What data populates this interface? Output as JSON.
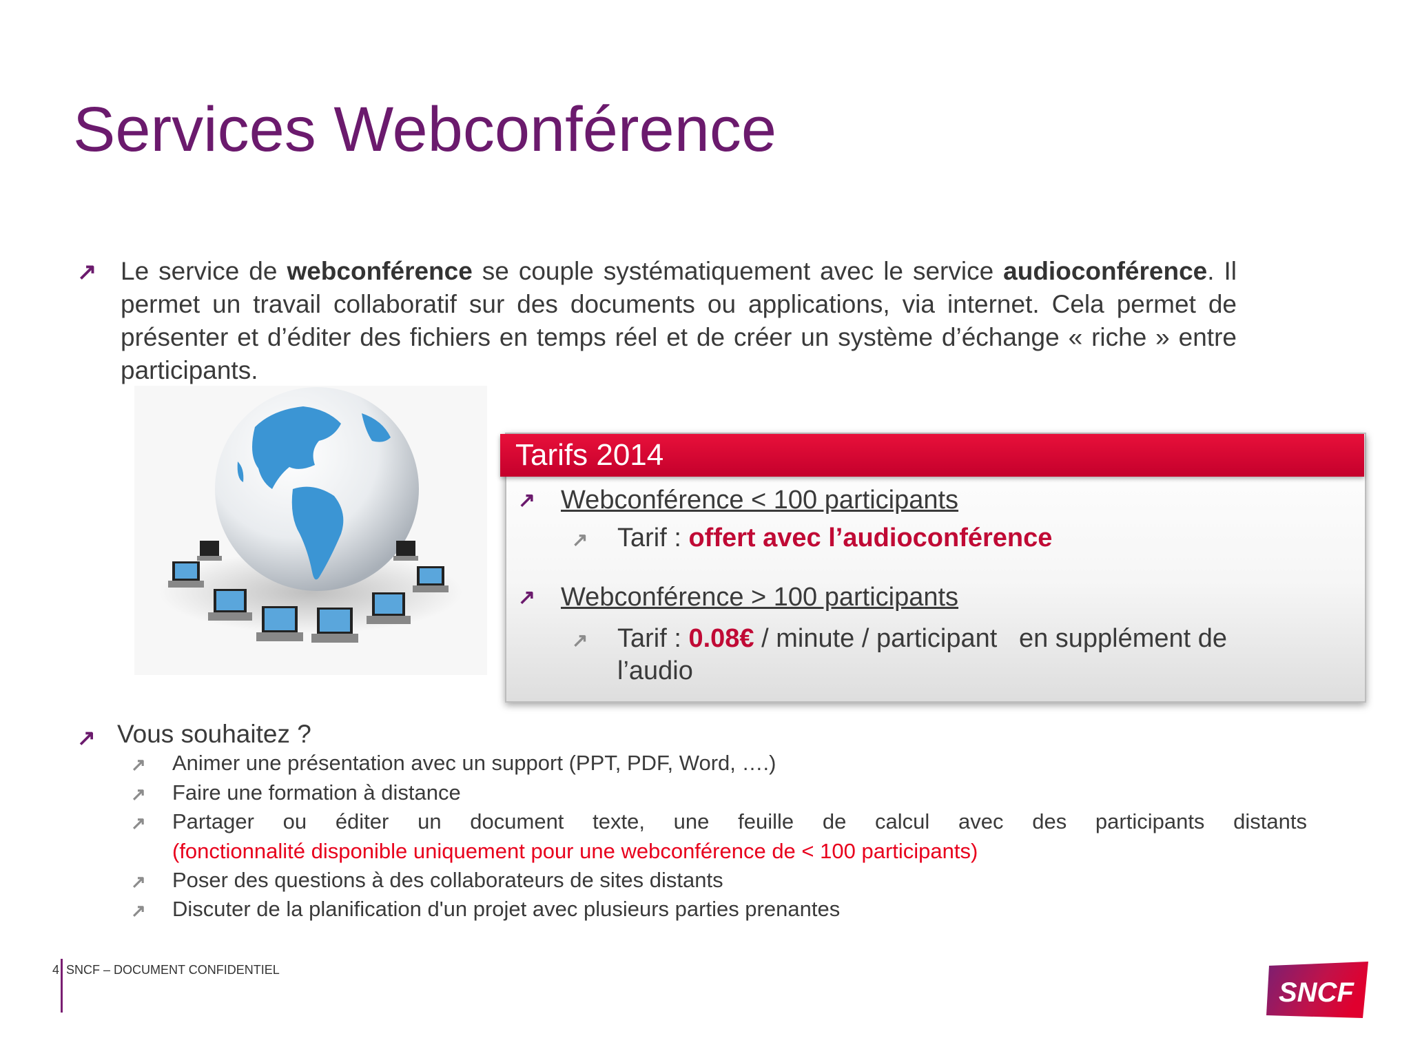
{
  "title": "Services Webconférence",
  "intro": {
    "p1": "Le service de ",
    "b1": "webconférence",
    "p2": " se couple systématiquement avec le service ",
    "b2": "audioconférence",
    "p3": ". Il permet un travail collaboratif sur des documents ou applications, via internet. Cela permet de présenter et d’éditer des fichiers en temps réel et de créer un système d’échange « riche » entre participants."
  },
  "tarifs": {
    "header": "Tarifs 2014",
    "item1": "Webconférence < 100 participants",
    "item1_prefix": "Tarif : ",
    "item1_value": "offert avec l’audioconférence",
    "item2": "Webconférence > 100 participants",
    "item2_prefix": "Tarif : ",
    "item2_value": "0.08€",
    "item2_suffix": " / minute / participant   en supplément de",
    "item2_suffix2": "l’audio"
  },
  "vous": {
    "heading": "Vous souhaitez ?",
    "items": [
      "Animer une présentation avec un support (PPT, PDF, Word, ….)",
      "Faire une formation à distance",
      "Partager ou éditer un document texte, une feuille de calcul avec des participants distants",
      "Poser des questions à des collaborateurs de sites distants",
      "Discuter de la planification d'un projet avec plusieurs parties prenantes"
    ],
    "note": "(fonctionnalité disponible uniquement pour une webconférence de < 100 participants)"
  },
  "footer": {
    "page": "4",
    "text": "SNCF – DOCUMENT CONFIDENTIEL"
  },
  "logo": "SNCF",
  "colors": {
    "title": "#6b1a6d",
    "accent_red": "#c00a35",
    "note_red": "#e8001c",
    "header_red": "#d6002f"
  },
  "icons": [
    "arrow-up-right-icon",
    "globe-icon",
    "laptop-icon"
  ]
}
